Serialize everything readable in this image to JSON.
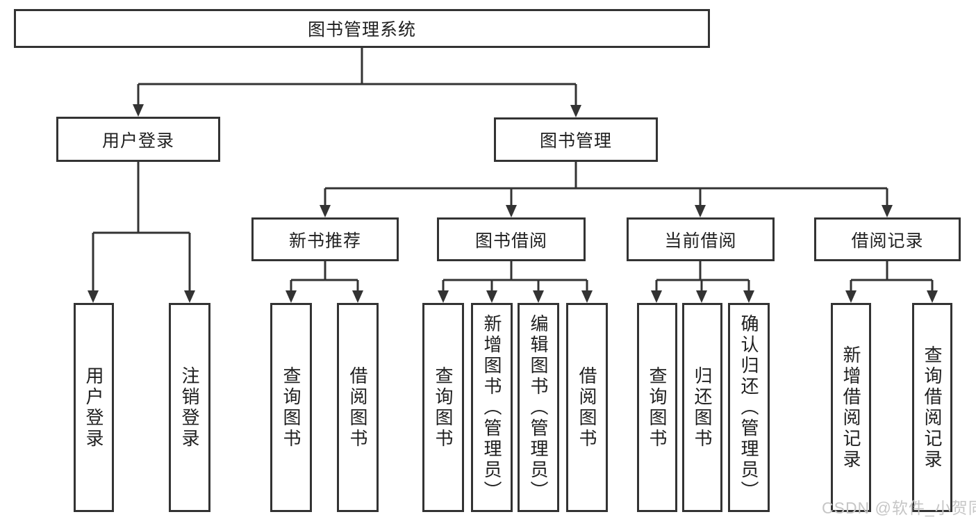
{
  "colors": {
    "line": "#333333",
    "box_border": "#333333",
    "text": "#1f1f1f",
    "background": "#ffffff",
    "watermark": "#c6c6c6"
  },
  "watermark": "CSDN @软件_小贺同学",
  "tree": {
    "label": "图书管理系统",
    "children": [
      {
        "label": "用户登录",
        "children": [
          {
            "label": "用户登录"
          },
          {
            "label": "注销登录"
          }
        ]
      },
      {
        "label": "图书管理",
        "children": [
          {
            "label": "新书推荐",
            "children": [
              {
                "label": "查询图书"
              },
              {
                "label": "借阅图书"
              }
            ]
          },
          {
            "label": "图书借阅",
            "children": [
              {
                "label": "查询图书"
              },
              {
                "label": "新增图书（管理员）"
              },
              {
                "label": "编辑图书（管理员）"
              },
              {
                "label": "借阅图书"
              }
            ]
          },
          {
            "label": "当前借阅",
            "children": [
              {
                "label": "查询图书"
              },
              {
                "label": "归还图书"
              },
              {
                "label": "确认归还（管理员）"
              }
            ]
          },
          {
            "label": "借阅记录",
            "children": [
              {
                "label": "新增借阅记录"
              },
              {
                "label": "查询借阅记录"
              }
            ]
          }
        ]
      }
    ]
  }
}
